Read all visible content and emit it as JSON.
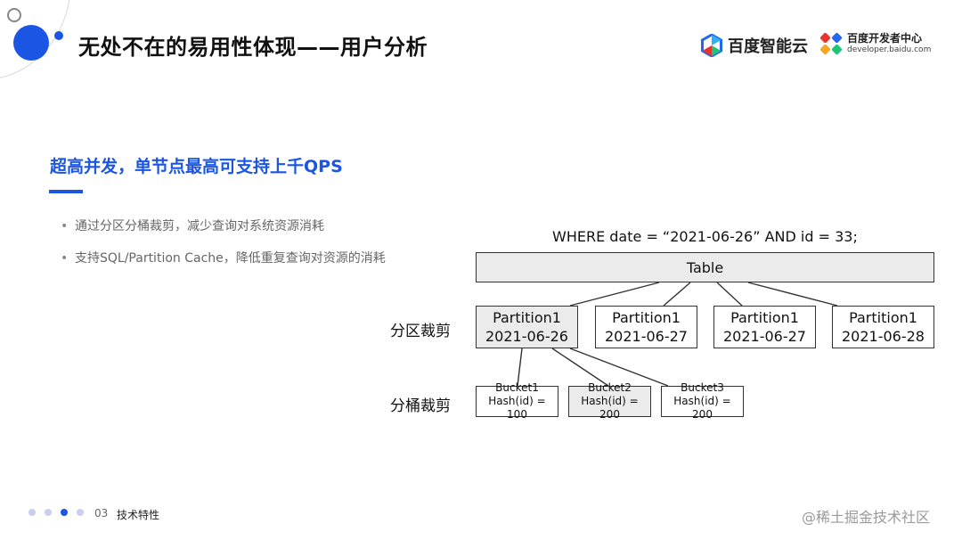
{
  "header": {
    "title": "无处不在的易用性体现——用户分析",
    "logo_cloud": "百度智能云",
    "logo_dev_cn": "百度开发者中心",
    "logo_dev_en": "developer.baidu.com"
  },
  "content": {
    "subtitle": "超高并发，单节点最高可支持上千QPS",
    "bullets": [
      "通过分区分桶裁剪，减少查询对系统资源消耗",
      "支持SQL/Partition Cache，降低重复查询对资源的消耗"
    ]
  },
  "diagram": {
    "query": "WHERE date = “2021-06-26” AND id = 33;",
    "table_label": "Table",
    "partition_row_label": "分区裁剪",
    "bucket_row_label": "分桶裁剪",
    "partitions": [
      {
        "name": "Partition1",
        "date": "2021-06-26",
        "selected": true
      },
      {
        "name": "Partition1",
        "date": "2021-06-27",
        "selected": false
      },
      {
        "name": "Partition1",
        "date": "2021-06-27",
        "selected": false
      },
      {
        "name": "Partition1",
        "date": "2021-06-28",
        "selected": false
      }
    ],
    "buckets": [
      {
        "name": "Bucket1",
        "hash": "Hash(id) = 100",
        "selected": false
      },
      {
        "name": "Bucket2",
        "hash": "Hash(id) = 200",
        "selected": true
      },
      {
        "name": "Bucket3",
        "hash": "Hash(id) = 200",
        "selected": false
      }
    ]
  },
  "footer": {
    "page_number": "03",
    "section": "技术特性",
    "pager_total": 4,
    "pager_active": 3,
    "watermark": "@稀土掘金技术社区"
  },
  "colors": {
    "accent": "#1a55e3",
    "selected_fill": "#ebebeb"
  }
}
